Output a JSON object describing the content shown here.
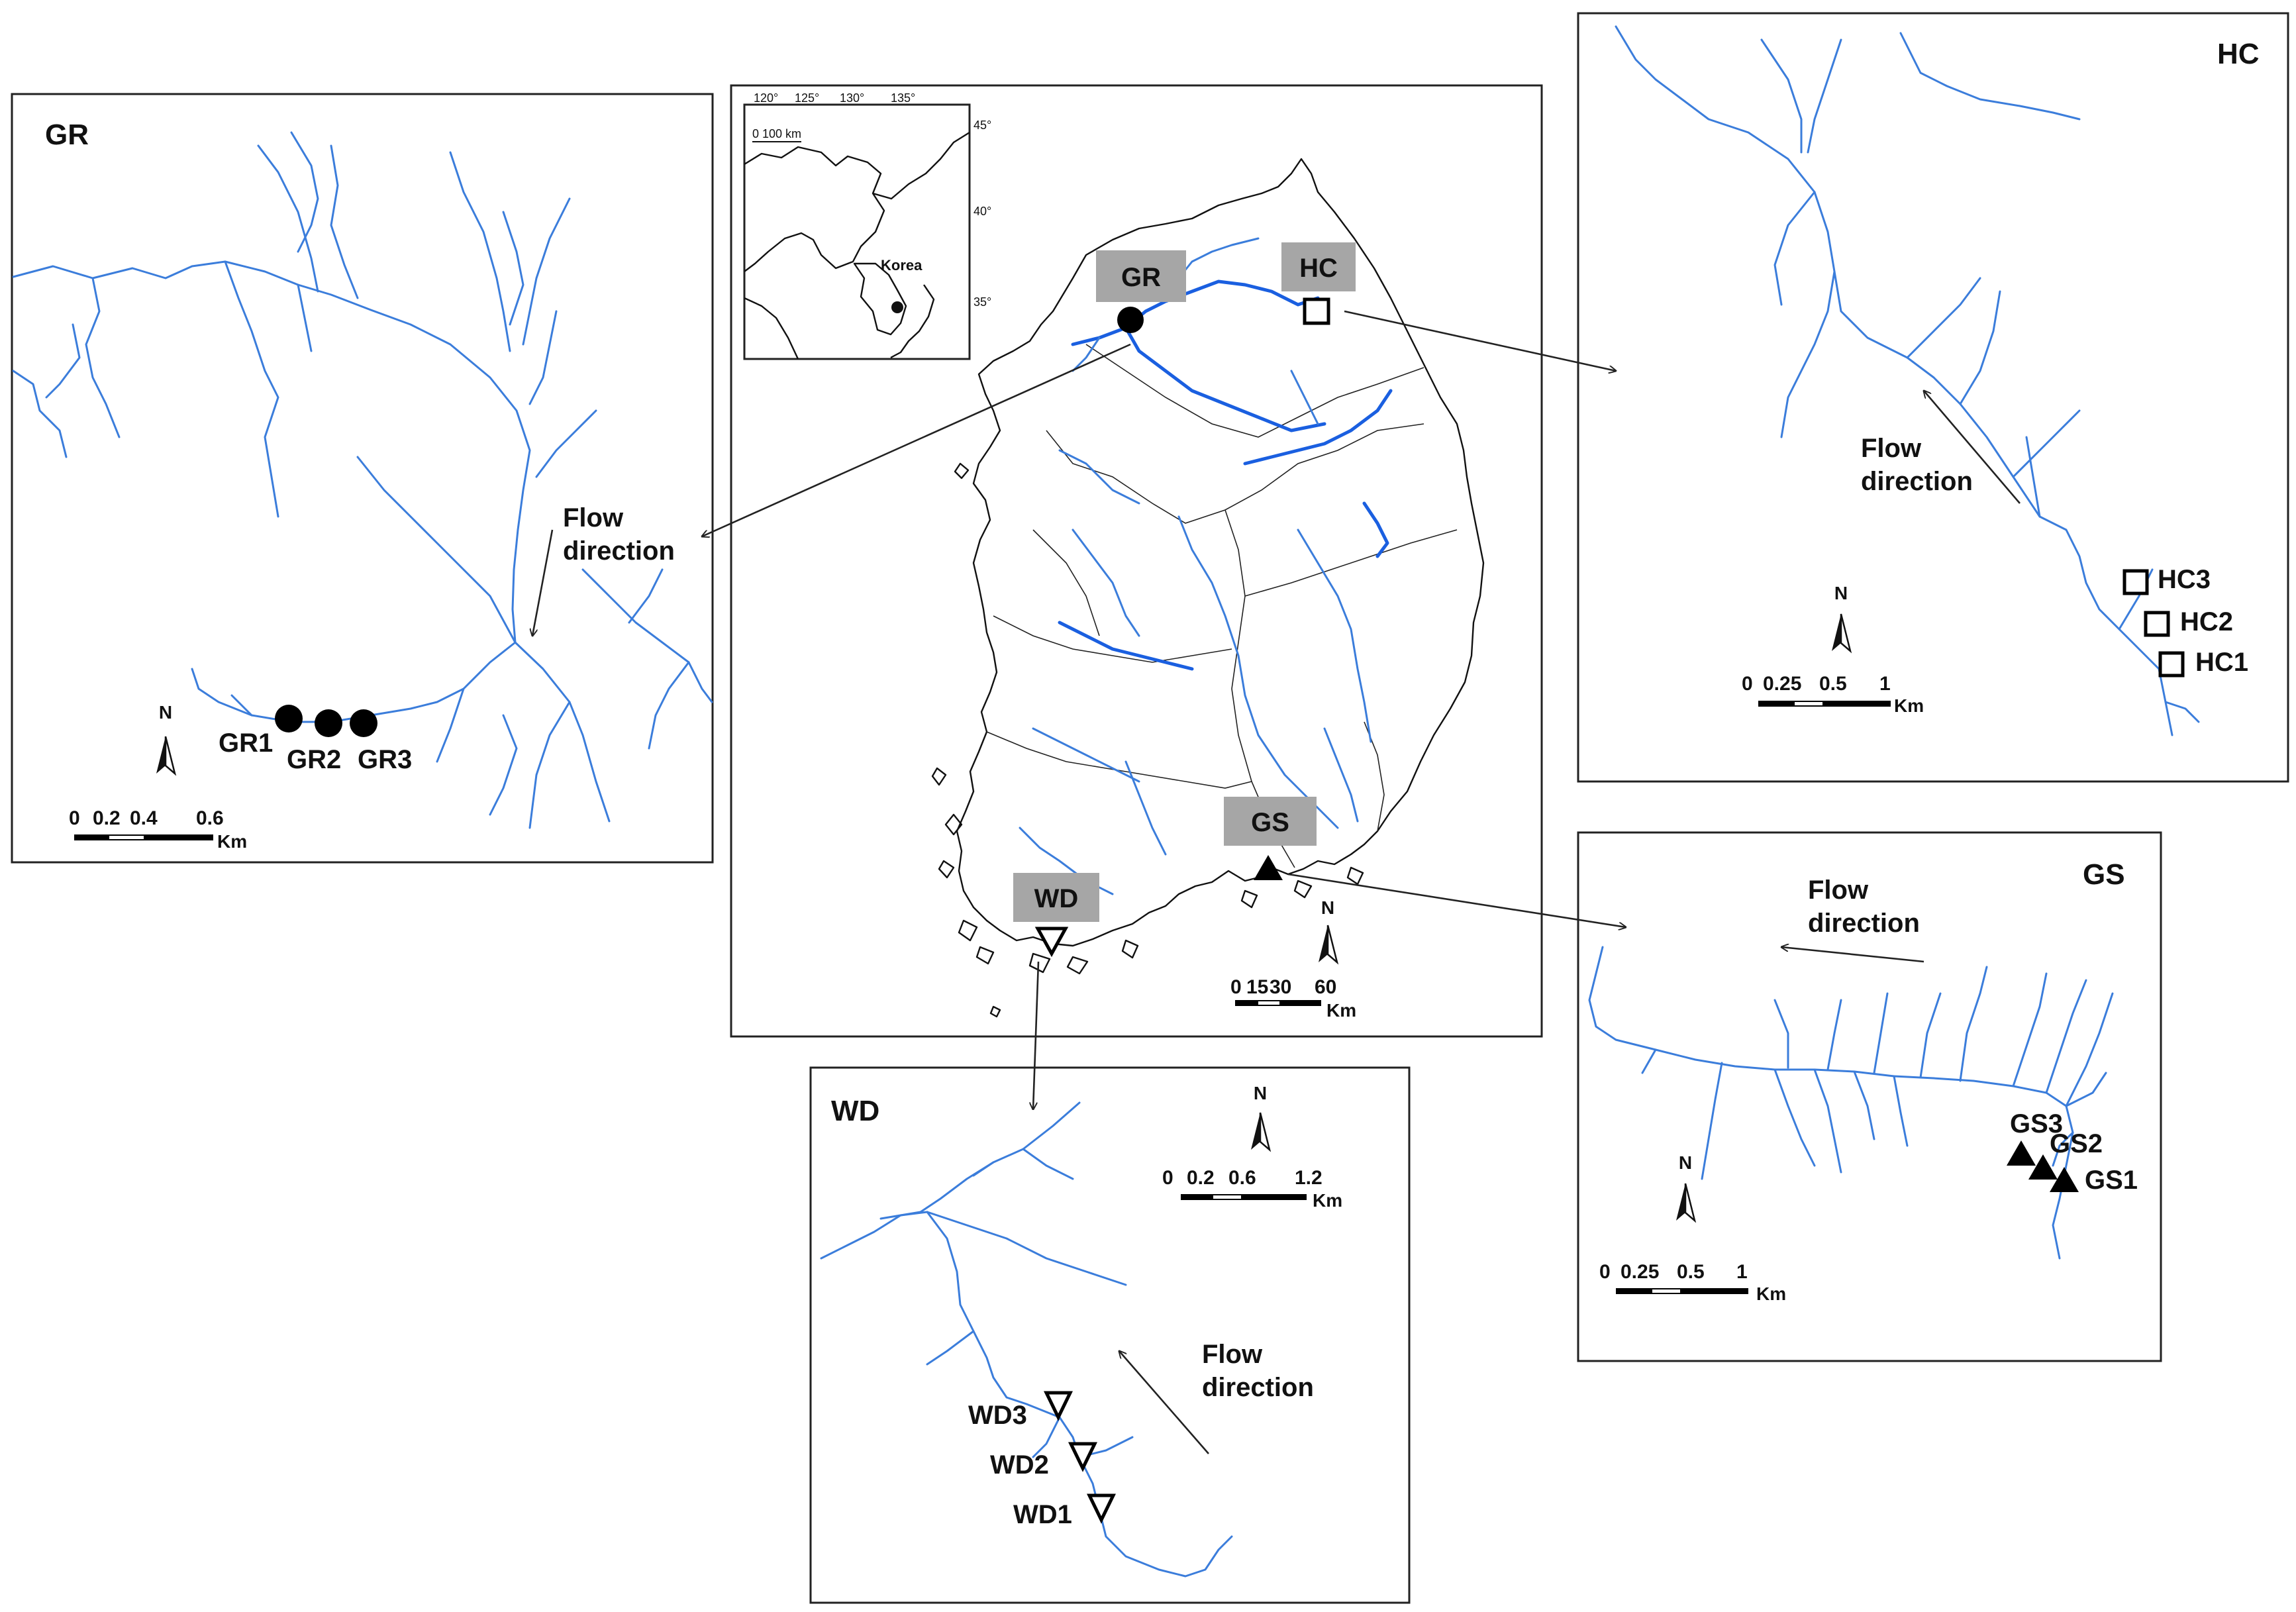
{
  "inset": {
    "lon_ticks": [
      "120°",
      "125°",
      "130°",
      "135°"
    ],
    "lat_ticks": [
      "45°",
      "40°",
      "35°"
    ],
    "scale": "0  100 km",
    "country": "Korea"
  },
  "main_map": {
    "sites": {
      "gr": "GR",
      "hc": "HC",
      "gs": "GS",
      "wd": "WD"
    },
    "scale_ticks": [
      "0",
      "15",
      "30",
      "60"
    ],
    "scale_unit": "Km",
    "north": "N"
  },
  "panel_gr": {
    "title": "GR",
    "flow_line1": "Flow",
    "flow_line2": "direction",
    "sites": [
      "GR1",
      "GR2",
      "GR3"
    ],
    "scale_ticks": [
      "0",
      "0.2",
      "0.4",
      "0.6"
    ],
    "scale_unit": "Km",
    "north": "N"
  },
  "panel_hc": {
    "title": "HC",
    "flow_line1": "Flow",
    "flow_line2": "direction",
    "sites": [
      "HC3",
      "HC2",
      "HC1"
    ],
    "scale_ticks": [
      "0",
      "0.25",
      "0.5",
      "1"
    ],
    "scale_unit": "Km",
    "north": "N"
  },
  "panel_gs": {
    "title": "GS",
    "flow_line1": "Flow",
    "flow_line2": "direction",
    "sites": [
      "GS3",
      "GS2",
      "GS1"
    ],
    "scale_ticks": [
      "0",
      "0.25",
      "0.5",
      "1"
    ],
    "scale_unit": "Km",
    "north": "N"
  },
  "panel_wd": {
    "title": "WD",
    "flow_line1": "Flow",
    "flow_line2": "direction",
    "sites": [
      "WD3",
      "WD2",
      "WD1"
    ],
    "scale_ticks": [
      "0",
      "0.2",
      "0.6",
      "1.2"
    ],
    "scale_unit": "Km",
    "north": "N"
  },
  "colors": {
    "river": "#3b7ddb",
    "tag": "#a6a6a6",
    "outline": "#222222"
  }
}
